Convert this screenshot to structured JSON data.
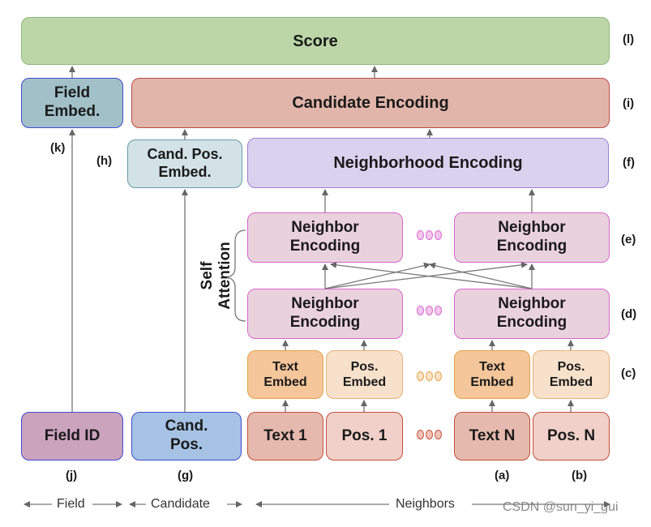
{
  "boxes": {
    "score": "Score",
    "field_embed": "Field\nEmbed.",
    "candidate_encoding": "Candidate Encoding",
    "cand_pos_embed": "Cand. Pos.\nEmbed.",
    "neighborhood_encoding": "Neighborhood Encoding",
    "neighbor_encoding": "Neighbor\nEncoding",
    "text_embed": "Text\nEmbed",
    "pos_embed": "Pos.\nEmbed",
    "field_id": "Field ID",
    "cand_pos": "Cand.\nPos.",
    "text_1": "Text 1",
    "pos_1": "Pos. 1",
    "text_n": "Text N",
    "pos_n": "Pos. N"
  },
  "side_labels": {
    "l": "(l)",
    "i": "(i)",
    "f": "(f)",
    "e": "(e)",
    "d": "(d)",
    "c": "(c)",
    "k": "(k)",
    "h": "(h)",
    "j": "(j)",
    "g": "(g)",
    "a": "(a)",
    "b": "(b)"
  },
  "self_attention": "Self\nAttention",
  "footer": {
    "field": "Field",
    "candidate": "Candidate",
    "neighbors": "Neighbors"
  },
  "watermark": "CSDN @sun_yi_gui"
}
